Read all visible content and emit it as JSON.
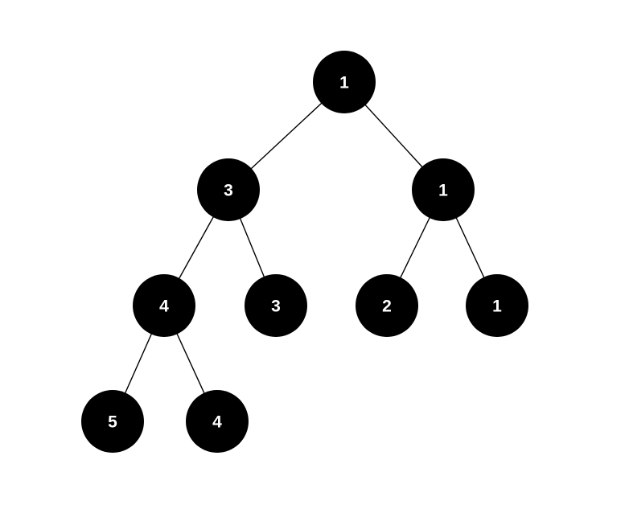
{
  "tree": {
    "nodes": [
      {
        "id": "n1",
        "label": "1"
      },
      {
        "id": "n2",
        "label": "3"
      },
      {
        "id": "n3",
        "label": "1"
      },
      {
        "id": "n4",
        "label": "4"
      },
      {
        "id": "n5",
        "label": "3"
      },
      {
        "id": "n6",
        "label": "2"
      },
      {
        "id": "n7",
        "label": "1"
      },
      {
        "id": "n8",
        "label": "5"
      },
      {
        "id": "n9",
        "label": "4"
      }
    ],
    "edges": [
      {
        "from": "n1",
        "to": "n2"
      },
      {
        "from": "n1",
        "to": "n3"
      },
      {
        "from": "n2",
        "to": "n4"
      },
      {
        "from": "n2",
        "to": "n5"
      },
      {
        "from": "n3",
        "to": "n6"
      },
      {
        "from": "n3",
        "to": "n7"
      },
      {
        "from": "n4",
        "to": "n8"
      },
      {
        "from": "n4",
        "to": "n9"
      }
    ]
  },
  "colors": {
    "node_fill": "#000000",
    "node_text": "#ffffff",
    "edge": "#000000",
    "background": "#ffffff"
  }
}
